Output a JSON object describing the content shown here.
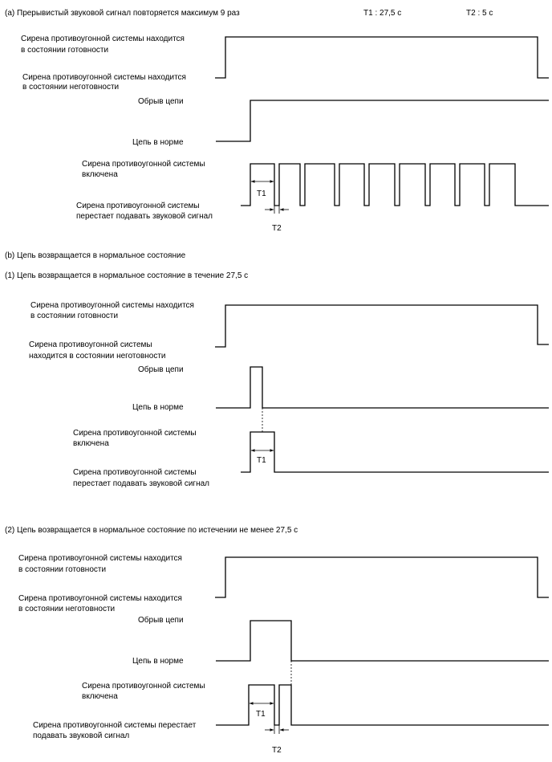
{
  "header": {
    "title_a": "(a) Прерывистый звуковой сигнал повторяется максимум 9 раз",
    "t1_spec": "T1 : 27,5 с",
    "t2_spec": "T2 : 5 с"
  },
  "section_a": {
    "armed_1": "Сирена противоугонной системы находится",
    "armed_2": "в состоянии готовности",
    "disarmed_1": "Сирена противоугонной системы находится",
    "disarmed_2": "в состоянии неготовности",
    "open": "Обрыв цепи",
    "normal": "Цепь в норме",
    "siren_on_1": "Сирена противоугонной системы",
    "siren_on_2": "включена",
    "siren_off_1": "Сирена противоугонной системы",
    "siren_off_2": "перестает подавать звуковой сигнал",
    "t1": "T1",
    "t2": "T2"
  },
  "section_b": {
    "title": "(b) Цепь возвращается в нормальное состояние",
    "sub1": {
      "title": "(1) Цепь возвращается в нормальное состояние в течение 27,5 с",
      "armed_1": "Сирена противоугонной системы находится",
      "armed_2": "в состоянии готовности",
      "disarmed_1": "Сирена противоугонной системы",
      "disarmed_2": "находится в состоянии неготовности",
      "open": "Обрыв цепи",
      "normal": "Цепь в норме",
      "siren_on_1": "Сирена противоугонной системы",
      "siren_on_2": "включена",
      "siren_off_1": "Сирена противоугонной системы",
      "siren_off_2": "перестает подавать звуковой сигнал",
      "t1": "T1"
    },
    "sub2": {
      "title": "(2) Цепь возвращается в нормальное состояние по истечении не менее 27,5 с",
      "armed_1": "Сирена противоугонной системы находится",
      "armed_2": "в состоянии готовности",
      "disarmed_1": "Сирена противоугонной системы находится",
      "disarmed_2": "в состоянии неготовности",
      "open": "Обрыв цепи",
      "normal": "Цепь в норме",
      "siren_on_1": "Сирена противоугонной системы",
      "siren_on_2": "включена",
      "siren_off_1": "Сирена противоугонной системы перестает",
      "siren_off_2": "подавать звуковой сигнал",
      "t1": "T1",
      "t2": "T2"
    }
  }
}
